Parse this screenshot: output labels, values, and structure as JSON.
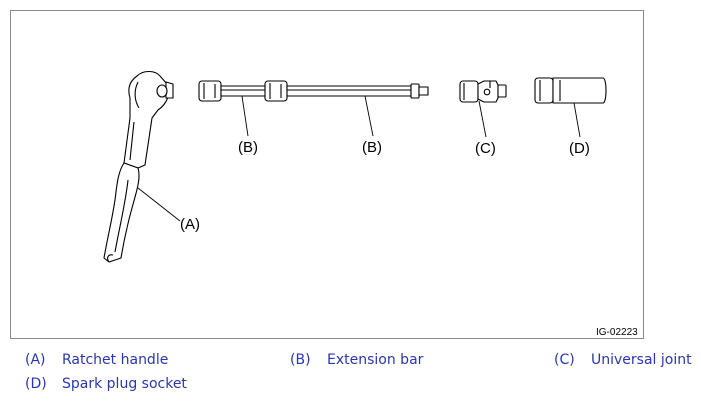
{
  "figure": {
    "id_label": "IG-02223",
    "callouts": {
      "A": "(A)",
      "B1": "(B)",
      "B2": "(B)",
      "C": "(C)",
      "D": "(D)"
    }
  },
  "legend": [
    {
      "code": "(A)",
      "label": "Ratchet handle"
    },
    {
      "code": "(B)",
      "label": "Extension bar"
    },
    {
      "code": "(C)",
      "label": "Universal joint"
    },
    {
      "code": "(D)",
      "label": "Spark plug socket"
    }
  ],
  "colors": {
    "legend_text": "#2a36b1",
    "line": "#000000"
  }
}
